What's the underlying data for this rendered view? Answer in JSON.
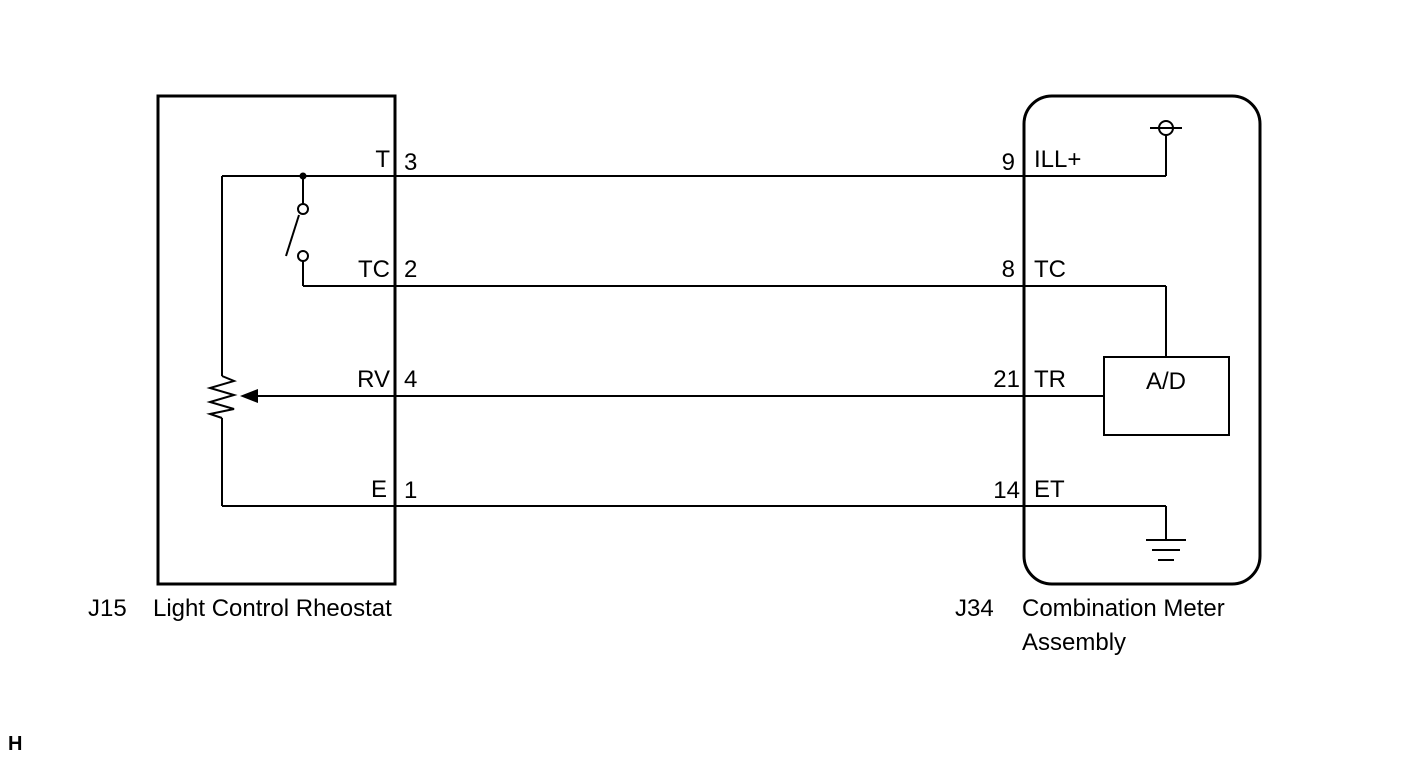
{
  "left_component": {
    "code": "J15",
    "name": "Light Control Rheostat",
    "pins": [
      {
        "name": "T",
        "number": "3"
      },
      {
        "name": "TC",
        "number": "2"
      },
      {
        "name": "RV",
        "number": "4"
      },
      {
        "name": "E",
        "number": "1"
      }
    ]
  },
  "right_component": {
    "code": "J34",
    "name_line1": "Combination Meter",
    "name_line2": "Assembly",
    "pins": [
      {
        "name": "ILL+",
        "number": "9"
      },
      {
        "name": "TC",
        "number": "8"
      },
      {
        "name": "TR",
        "number": "21"
      },
      {
        "name": "ET",
        "number": "14"
      }
    ],
    "module_label": "A/D"
  },
  "corner_mark": "H"
}
